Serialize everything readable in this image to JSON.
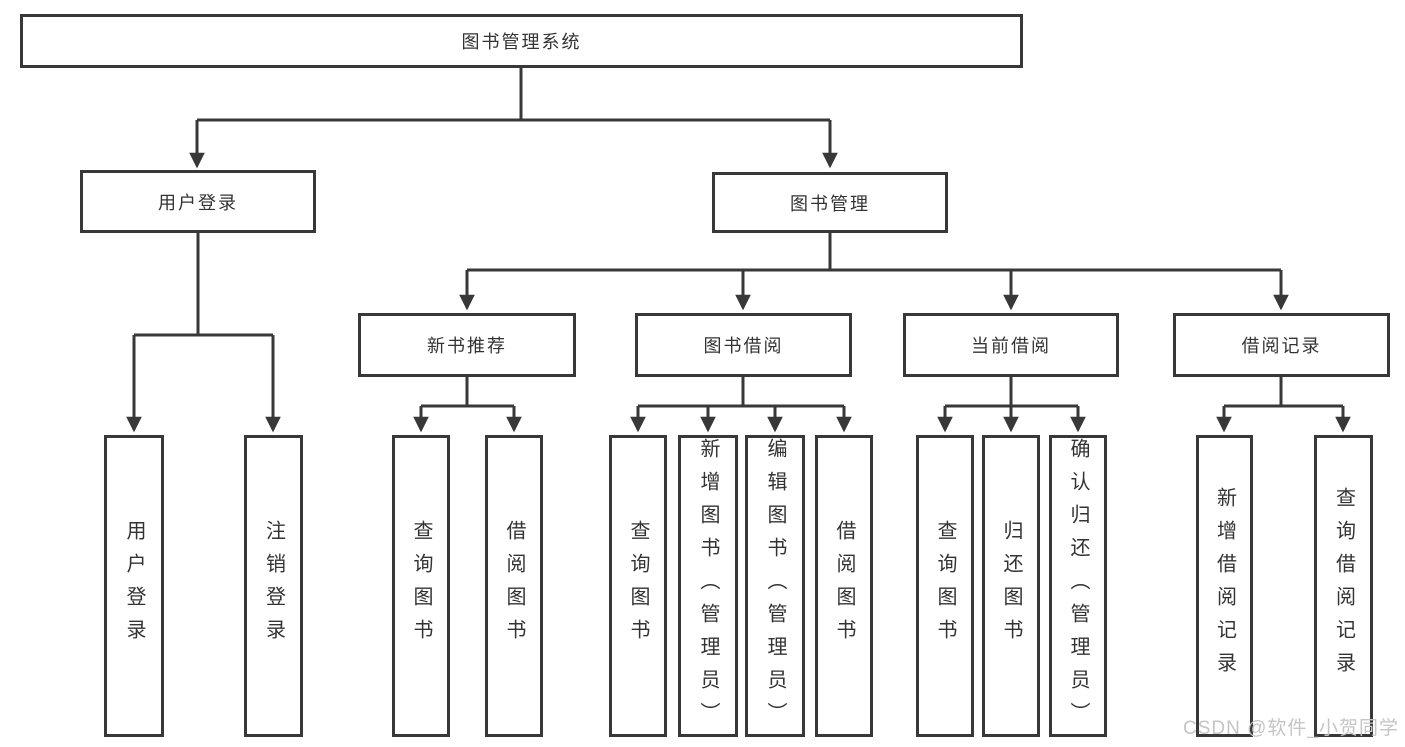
{
  "diagram": {
    "root": "图书管理系统",
    "branches": [
      {
        "label": "用户登录",
        "children": [
          "用户登录",
          "注销登录"
        ]
      },
      {
        "label": "图书管理",
        "groups": [
          {
            "label": "新书推荐",
            "children": [
              "查询图书",
              "借阅图书"
            ]
          },
          {
            "label": "图书借阅",
            "children": [
              "查询图书",
              "新增图书（管理员）",
              "编辑图书（管理员）",
              "借阅图书"
            ]
          },
          {
            "label": "当前借阅",
            "children": [
              "查询图书",
              "归还图书",
              "确认归还（管理员）"
            ]
          },
          {
            "label": "借阅记录",
            "children": [
              "新增借阅记录",
              "查询借阅记录"
            ]
          }
        ]
      }
    ]
  },
  "watermark": "CSDN @软件_小贺同学",
  "colors": {
    "line": "#383838",
    "text": "#333333",
    "watermark_text": "#c5c5c5",
    "background": "#ffffff"
  }
}
